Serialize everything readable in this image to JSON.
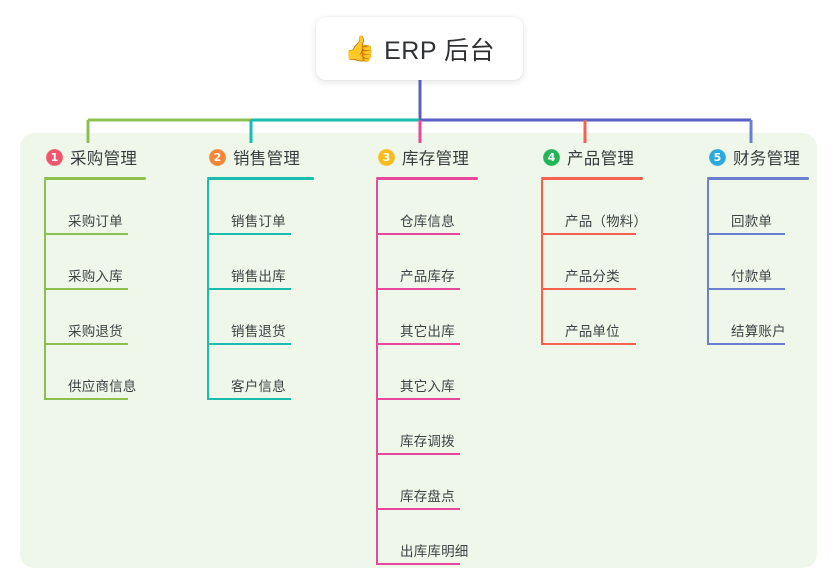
{
  "root": {
    "emoji": "👍",
    "emoji_name": "thumbs-up-icon",
    "title": "ERP 后台"
  },
  "theme": {
    "page_background": "#ffffff",
    "panel_background": "#eef7e9",
    "card_background": "#ffffff",
    "text_color": "#3a3d40",
    "trunk_color": "#5a5fc7"
  },
  "columns": [
    {
      "number": "1",
      "title": "采购管理",
      "badge_color": "#f2556b",
      "line_color": "#8cc152",
      "items": [
        "采购订单",
        "采购入库",
        "采购退货",
        "供应商信息"
      ]
    },
    {
      "number": "2",
      "title": "销售管理",
      "badge_color": "#f58637",
      "line_color": "#1bbcb0",
      "items": [
        "销售订单",
        "销售出库",
        "销售退货",
        "客户信息"
      ]
    },
    {
      "number": "3",
      "title": "库存管理",
      "badge_color": "#f6bb1c",
      "line_color": "#e8489c",
      "items": [
        "仓库信息",
        "产品库存",
        "其它出库",
        "其它入库",
        "库存调拨",
        "库存盘点",
        "出库库明细"
      ]
    },
    {
      "number": "4",
      "title": "产品管理",
      "badge_color": "#23b457",
      "line_color": "#f4624f",
      "items": [
        "产品（物料）",
        "产品分类",
        "产品单位"
      ]
    },
    {
      "number": "5",
      "title": "财务管理",
      "badge_color": "#2aaae1",
      "line_color": "#6b7fd0",
      "items": [
        "回款单",
        "付款单",
        "结算账户"
      ]
    }
  ]
}
